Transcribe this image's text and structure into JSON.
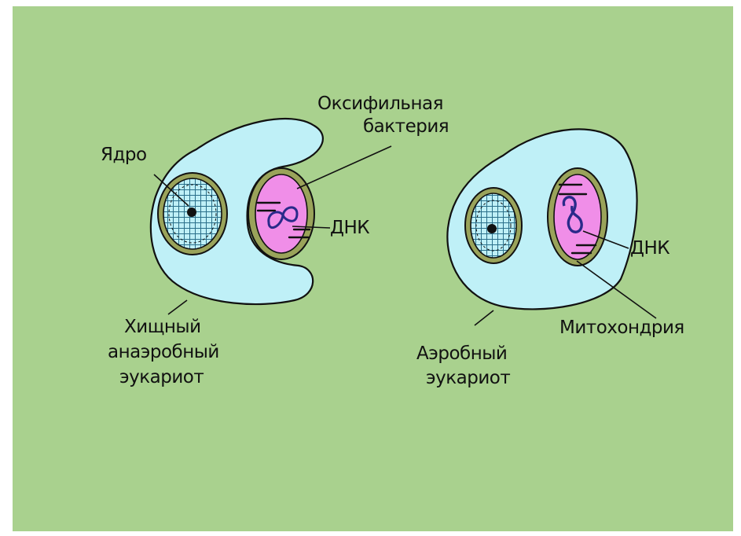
{
  "diagram": {
    "left_cell": {
      "label_nucleus": "Ядро",
      "label_bacterium_line1": "Оксифильная",
      "label_bacterium_line2": "бактерия",
      "label_dna": "ДНК",
      "label_cell_line1": "Хищный",
      "label_cell_line2": "анаэробный",
      "label_cell_line3": "эукариот"
    },
    "right_cell": {
      "label_dna": "ДНК",
      "label_mitochondrion": "Митохондрия",
      "label_cell_line1": "Аэробный",
      "label_cell_line2": "эукариот"
    },
    "colors": {
      "background": "#a9d18e",
      "cytoplasm": "#bff0f7",
      "bacterium": "#f08ee8",
      "membrane": "#9aa35a",
      "outline": "#111111"
    }
  }
}
